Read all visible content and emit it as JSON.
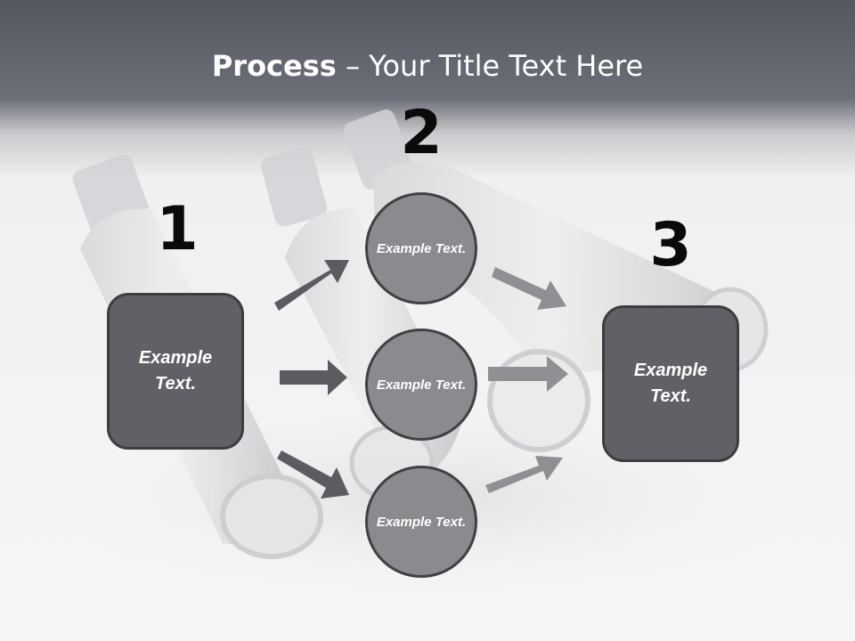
{
  "title": {
    "bold": "Process",
    "rest": " – Your Title Text Here"
  },
  "steps": {
    "one": "1",
    "two": "2",
    "three": "3"
  },
  "boxes": {
    "left": "Example Text.",
    "right": "Example Text."
  },
  "circles": {
    "top": "Example Text.",
    "middle": "Example Text.",
    "bottom": "Example Text."
  },
  "colors": {
    "box_fill": "#5f6167",
    "circle_fill": "#8a8b8f",
    "arrow_dark": "#5a5c62",
    "arrow_light": "#8f9094"
  }
}
